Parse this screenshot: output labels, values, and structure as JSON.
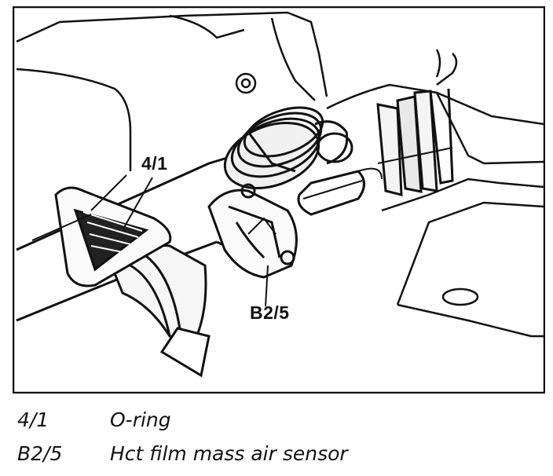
{
  "figure": {
    "callouts": [
      {
        "id": "4/1",
        "text": "4/1"
      },
      {
        "id": "B2/5",
        "text": "B2/5"
      }
    ]
  },
  "legend": {
    "items": [
      {
        "code": "4/1",
        "description": "O-ring"
      },
      {
        "code": "B2/5",
        "description": "Hct film mass air sensor"
      }
    ]
  },
  "colors": {
    "ink": "#111111",
    "paper": "#ffffff"
  }
}
